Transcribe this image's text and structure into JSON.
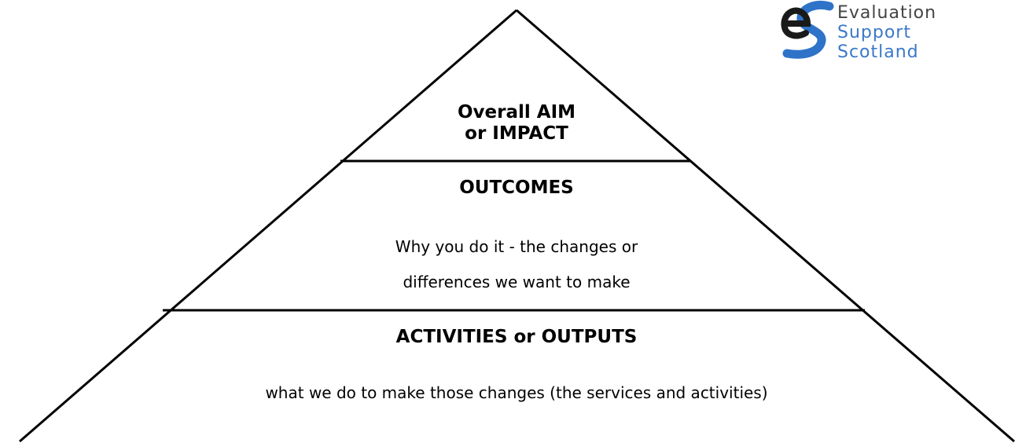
{
  "diagram": {
    "apex": {
      "line1": "Overall AIM",
      "line2": "or IMPACT"
    },
    "middle": {
      "heading": "OUTCOMES",
      "line1": "Why you do it - the changes or",
      "line2": "differences we want to make"
    },
    "base": {
      "heading": "ACTIVITIES or OUTPUTS",
      "line1": "what we do to make those changes (the services and activities)"
    }
  },
  "logo": {
    "mark": "es",
    "line1": "Evaluation",
    "line2": "Support",
    "line3": "Scotland",
    "colors": {
      "dark": "#1a1a1a",
      "blue": "#2f73c8",
      "text_dark": "#444444",
      "text_blue": "#3a78c8"
    }
  }
}
